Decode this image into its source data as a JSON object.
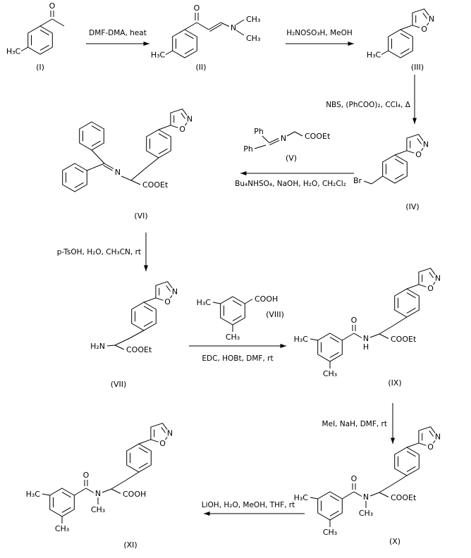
{
  "colors": {
    "ink": "#000000",
    "background": "#ffffff"
  },
  "atoms": {
    "O": "O",
    "N": "N",
    "H": "H",
    "Br": "Br",
    "H3C": "H₃C",
    "CH3": "CH₃",
    "H2N": "H₂N",
    "COOEt": "COOEt",
    "COOH": "COOH",
    "Ph": "Ph"
  },
  "compounds": {
    "I": "(I)",
    "II": "(II)",
    "III": "(III)",
    "IV": "(IV)",
    "V": "(V)",
    "VI": "(VI)",
    "VII": "(VII)",
    "VIII": "(VIII)",
    "IX": "(IX)",
    "X": "(X)",
    "XI": "(XI)"
  },
  "steps": {
    "step1": "DMF-DMA, heat",
    "step2": "H₂NOSO₃H, MeOH",
    "step3": "NBS, (PhCOO)₂, CCl₄, Δ",
    "step4": "Bu₄NHSO₄, NaOH, H₂O, CH₂Cl₂",
    "step5": "p-TsOH, H₂O, CH₃CN, rt",
    "step6": "EDC, HOBt, DMF, rt",
    "step7": "MeI, NaH, DMF, rt",
    "step8": "LiOH, H₂O, MeOH, THF, rt"
  }
}
